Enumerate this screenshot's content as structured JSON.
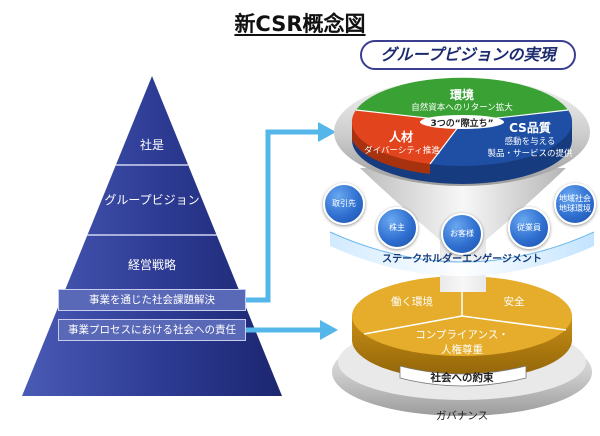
{
  "title": "新CSR概念図",
  "vision": "グループビジョンの実現",
  "pyramid": {
    "top": "社是",
    "middle": "グループビジョン",
    "bottom": "経営戦略",
    "box1": "事業を通じた社会課題解決",
    "box2": "事業プロセスにおける社会への責任"
  },
  "top_pie": {
    "green_title": "環境",
    "green_sub": "自然資本へのリターン拡大",
    "red_title": "人材",
    "red_sub": "ダイバーシティ推進",
    "blue_title": "CS品質",
    "blue_sub1": "感動を与える",
    "blue_sub2": "製品・サービスの提供",
    "center": "3つの“際立ち”"
  },
  "stakeholders": [
    "取引先",
    "株主",
    "お客様",
    "従業員",
    "地域社会\n地球環境"
  ],
  "engagement": "ステークホルダーエンゲージメント",
  "bottom_pie": {
    "left": "働く環境",
    "right": "安全",
    "front1": "コンプライアンス・",
    "front2": "人権尊重",
    "promise": "社会への約束"
  },
  "governance": "ガバナンス",
  "colors": {
    "pyramid": "#2b3a8c",
    "green": "#3aa235",
    "red": "#e2451d",
    "blue": "#1f4fa5",
    "gold": "#e0a92a",
    "arrow": "#4cb0e6"
  }
}
